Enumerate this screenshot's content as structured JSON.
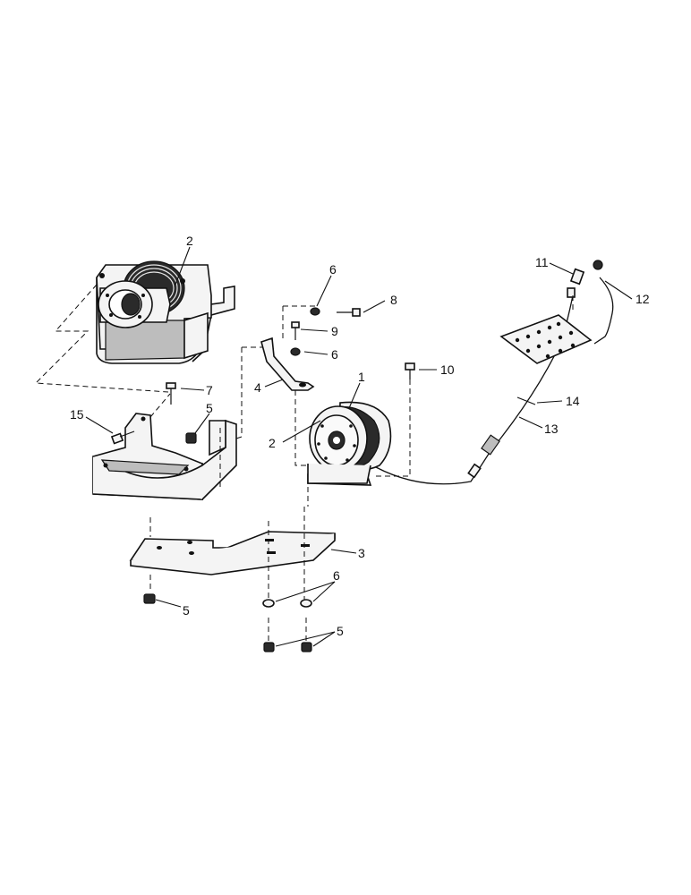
{
  "callouts": [
    {
      "id": "c2a",
      "text": "2"
    },
    {
      "id": "c6a",
      "text": "6"
    },
    {
      "id": "c8",
      "text": "8"
    },
    {
      "id": "c9",
      "text": "9"
    },
    {
      "id": "c6b",
      "text": "6"
    },
    {
      "id": "c4",
      "text": "4"
    },
    {
      "id": "c10",
      "text": "10"
    },
    {
      "id": "c1",
      "text": "1"
    },
    {
      "id": "c2b",
      "text": "2"
    },
    {
      "id": "c7",
      "text": "7"
    },
    {
      "id": "c15",
      "text": "15"
    },
    {
      "id": "c5a",
      "text": "5"
    },
    {
      "id": "c3",
      "text": "3"
    },
    {
      "id": "c5b",
      "text": "5"
    },
    {
      "id": "c6c",
      "text": "6"
    },
    {
      "id": "c5c",
      "text": "5"
    },
    {
      "id": "c11",
      "text": "11"
    },
    {
      "id": "c12",
      "text": "12"
    },
    {
      "id": "c14",
      "text": "14"
    },
    {
      "id": "c13",
      "text": "13"
    }
  ]
}
